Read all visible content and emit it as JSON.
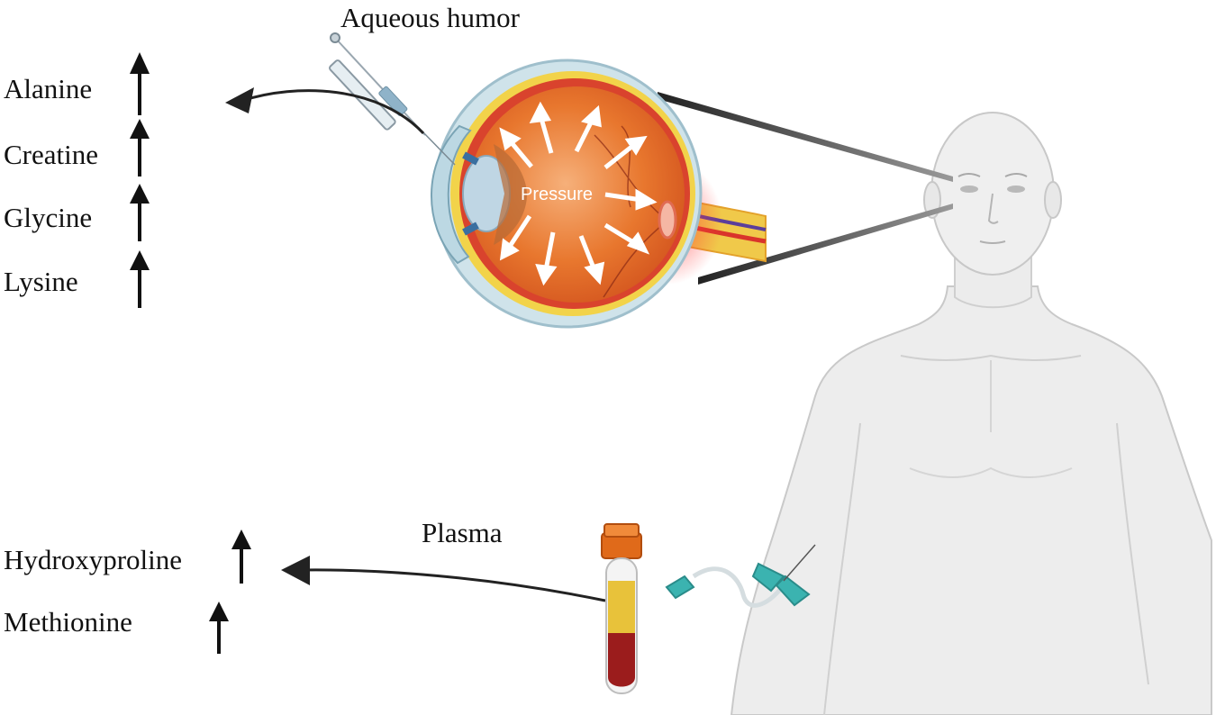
{
  "labels": {
    "aqueous_humor": "Aqueous humor",
    "plasma": "Plasma",
    "pressure": "Pressure"
  },
  "aqueous_metabolites": [
    {
      "name": "Alanine",
      "direction": "up"
    },
    {
      "name": "Creatine",
      "direction": "up"
    },
    {
      "name": "Glycine",
      "direction": "up"
    },
    {
      "name": "Lysine",
      "direction": "up"
    }
  ],
  "plasma_metabolites": [
    {
      "name": "Hydroxyproline",
      "direction": "up"
    },
    {
      "name": "Methionine",
      "direction": "up"
    }
  ],
  "colors": {
    "eye_orange": "#e8772e",
    "sclera": "#cfe3ea",
    "plasma_yellow": "#e8c23a",
    "blood_red": "#9b1c1c",
    "tube_cap": "#e06a1a",
    "needle_teal": "#3bb3b0",
    "body_gray": "#ededed"
  },
  "icons": [
    "up-arrow-icon",
    "curved-arrow-icon",
    "syringe-icon",
    "blood-tube-icon",
    "butterfly-needle-icon",
    "eye-cross-section",
    "human-figure"
  ]
}
